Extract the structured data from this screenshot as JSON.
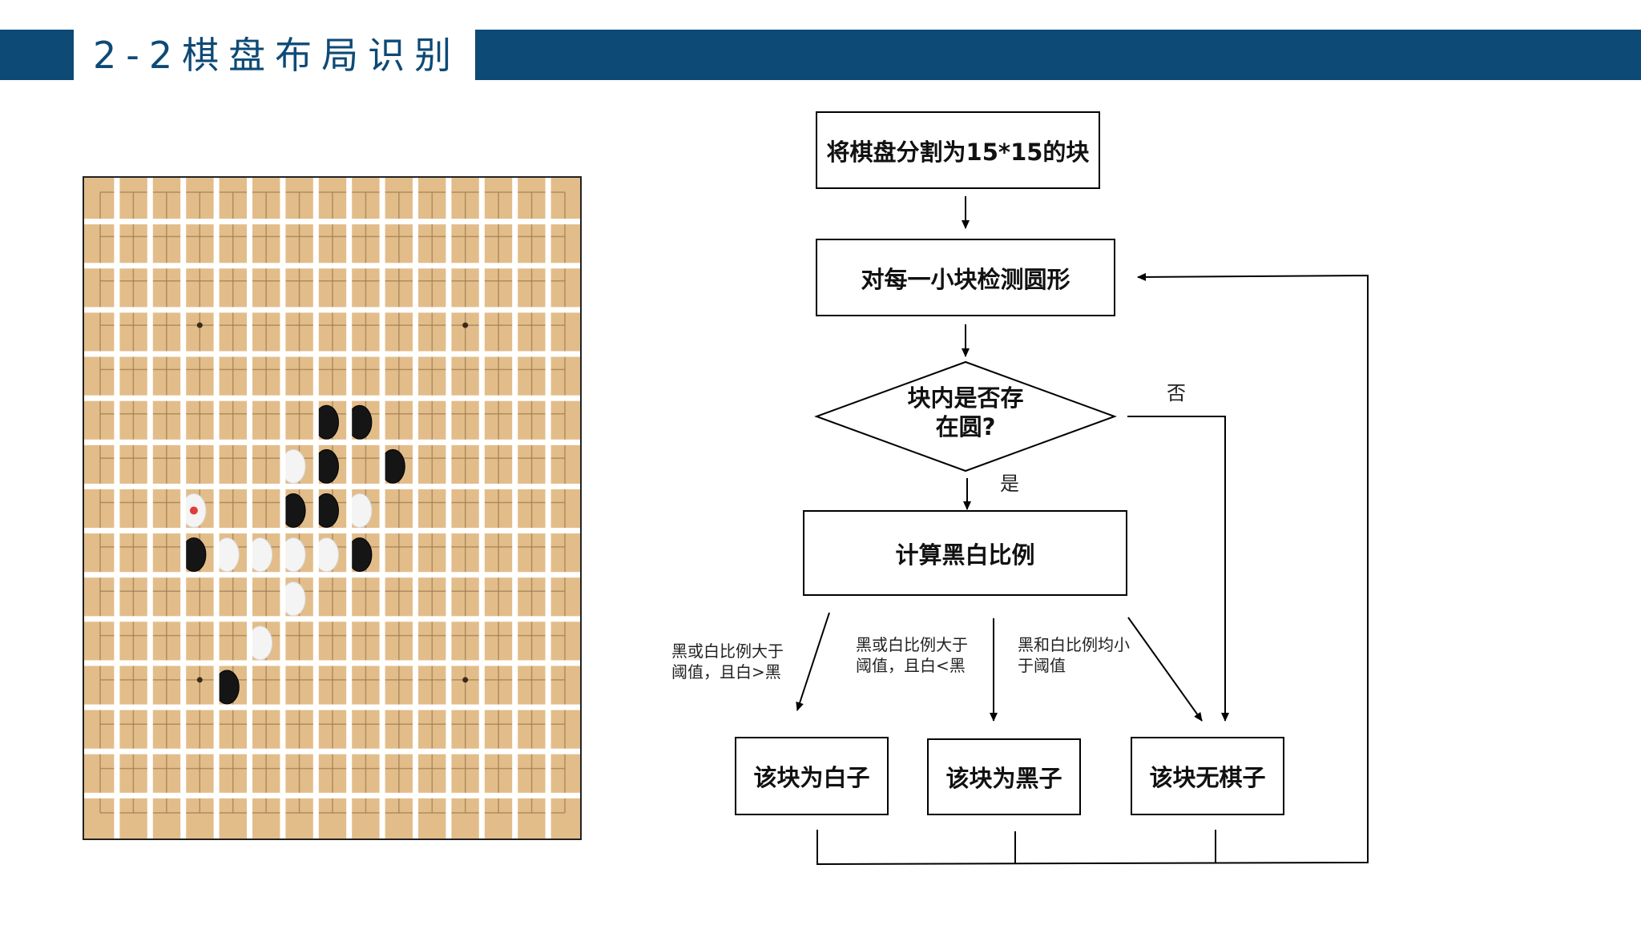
{
  "header": {
    "title": "2-2棋盘布局识别",
    "color": "#0d4a76"
  },
  "board": {
    "background": "#e2bd8a",
    "grid_lines": "#9a7a4e",
    "divider_color": "#ffffff",
    "block_divisions": 15,
    "stones": [
      {
        "row": 5,
        "col": 7,
        "color": "black"
      },
      {
        "row": 5,
        "col": 8,
        "color": "black"
      },
      {
        "row": 6,
        "col": 6,
        "color": "white"
      },
      {
        "row": 6,
        "col": 7,
        "color": "black"
      },
      {
        "row": 6,
        "col": 9,
        "color": "black"
      },
      {
        "row": 7,
        "col": 3,
        "color": "white",
        "marker": true
      },
      {
        "row": 7,
        "col": 6,
        "color": "black"
      },
      {
        "row": 7,
        "col": 7,
        "color": "black"
      },
      {
        "row": 7,
        "col": 8,
        "color": "white"
      },
      {
        "row": 8,
        "col": 3,
        "color": "black"
      },
      {
        "row": 8,
        "col": 4,
        "color": "white"
      },
      {
        "row": 8,
        "col": 5,
        "color": "white"
      },
      {
        "row": 8,
        "col": 6,
        "color": "white"
      },
      {
        "row": 8,
        "col": 7,
        "color": "white"
      },
      {
        "row": 8,
        "col": 8,
        "color": "black"
      },
      {
        "row": 9,
        "col": 6,
        "color": "white"
      },
      {
        "row": 10,
        "col": 5,
        "color": "white"
      },
      {
        "row": 11,
        "col": 4,
        "color": "black"
      }
    ]
  },
  "flowchart": {
    "nodes": {
      "split": "将棋盘分割为15*15的块",
      "detect": "对每一小块检测圆形",
      "decision": "块内是否存\n在圆?",
      "compute": "计算黑白比例",
      "white": "该块为白子",
      "black": "该块为黑子",
      "empty": "该块无棋子"
    },
    "edge_labels": {
      "no": "否",
      "yes": "是",
      "to_white": "黑或白比例大于\n阈值，且白>黑",
      "to_black": "黑或白比例大于\n阈值，且白<黑",
      "to_empty": "黑和白比例均小\n于阈值"
    }
  }
}
